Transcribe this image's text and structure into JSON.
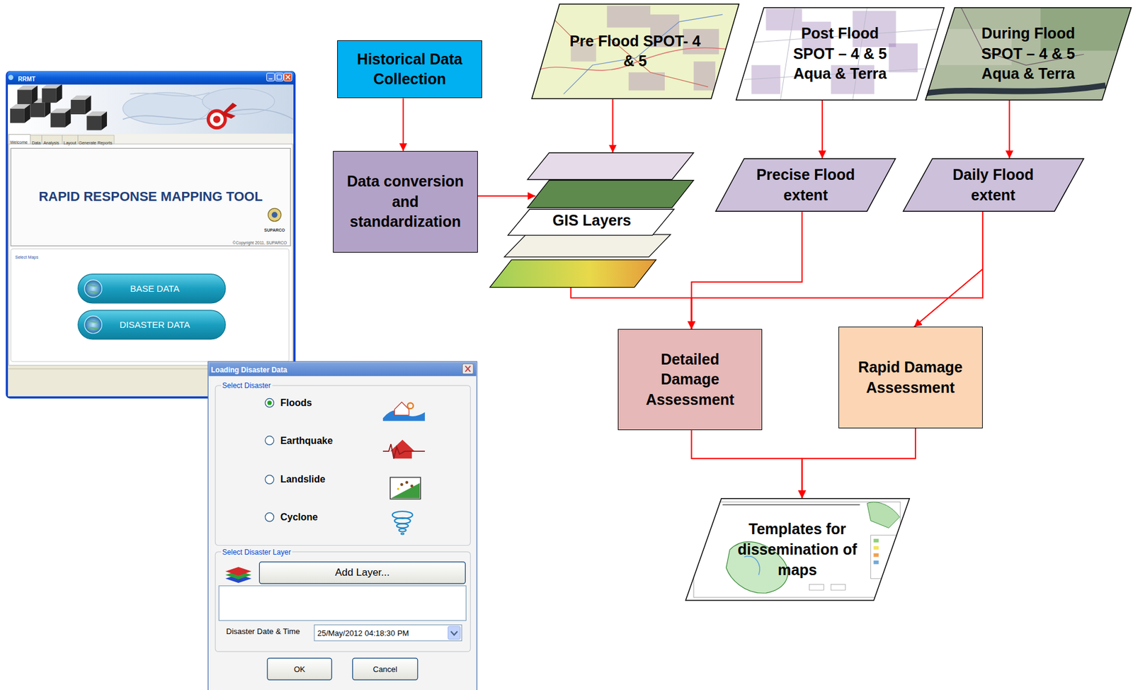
{
  "diagram": {
    "nodes": [
      {
        "text": [
          "RRMT"
        ]
      },
      {
        "text": [
          "RAPID RESPONSE MAPPING TOOL",
          "SUPARCO",
          "©Copyright 2011, SUPARCO"
        ],
        "in": 0
      },
      {
        "text": [
          "Select Maps"
        ],
        "in": 0
      },
      {
        "text": [
          "BASE DATA"
        ],
        "in": 2
      },
      {
        "text": [
          "DISASTER DATA"
        ],
        "in": 2
      },
      {
        "text": [
          "Loading Disaster Data"
        ]
      },
      {
        "text": [
          "Select Disaster"
        ],
        "in": 5
      },
      {
        "text": [
          "Select Disaster Layer",
          "Disaster Date & Time"
        ],
        "in": 5
      },
      {
        "text": [
          "Add Layer..."
        ],
        "in": 7
      },
      {
        "text": [
          "25/May/2012 04:18:30 PM"
        ],
        "in": 7
      },
      {
        "text": [
          "OK"
        ],
        "in": 5
      },
      {
        "text": [
          "Cancel"
        ],
        "in": 5
      },
      {
        "text": [
          "Historical Data Collection"
        ]
      },
      {
        "text": [
          "Data conversion and standardization"
        ]
      },
      {
        "text": [
          "Pre Flood SPOT- 4 & 5"
        ]
      },
      {
        "text": [
          "Post Flood SPOT – 4 & 5 Aqua & Terra"
        ]
      },
      {
        "text": [
          "During Flood SPOT – 4 & 5 Aqua & Terra"
        ]
      },
      {
        "text": [
          "GIS Layers"
        ]
      },
      {
        "text": [
          "Precise Flood extent"
        ]
      },
      {
        "text": [
          "Daily Flood extent"
        ]
      },
      {
        "text": [
          "Detailed Damage Assessment"
        ]
      },
      {
        "text": [
          "Rapid Damage Assessment"
        ]
      },
      {
        "text": [
          "Templates for dissemination of maps"
        ]
      }
    ],
    "edges": [
      {
        "from": 12,
        "to": 13,
        "arrow": "to"
      },
      {
        "from": 13,
        "to": 17,
        "arrow": "to"
      },
      {
        "from": 14,
        "to": 17,
        "arrow": "to"
      },
      {
        "from": 15,
        "to": 18,
        "arrow": "to"
      },
      {
        "from": 16,
        "to": 19,
        "arrow": "to"
      },
      {
        "from": 17,
        "to": 20,
        "arrow": "to"
      },
      {
        "from": 18,
        "to": 20,
        "arrow": "to"
      },
      {
        "from": 19,
        "to": 20,
        "arrow": "to"
      },
      {
        "from": 19,
        "to": 21,
        "arrow": "to"
      },
      {
        "from": 20,
        "to": 22,
        "arrow": "to"
      },
      {
        "from": 21,
        "to": 22,
        "arrow": "to"
      }
    ],
    "labels": [
      "Welcome",
      "Data",
      "Analysis",
      "Layout",
      "Generate Reports",
      "Floods",
      "Earthquake",
      "Landslide",
      "Cyclone"
    ]
  }
}
